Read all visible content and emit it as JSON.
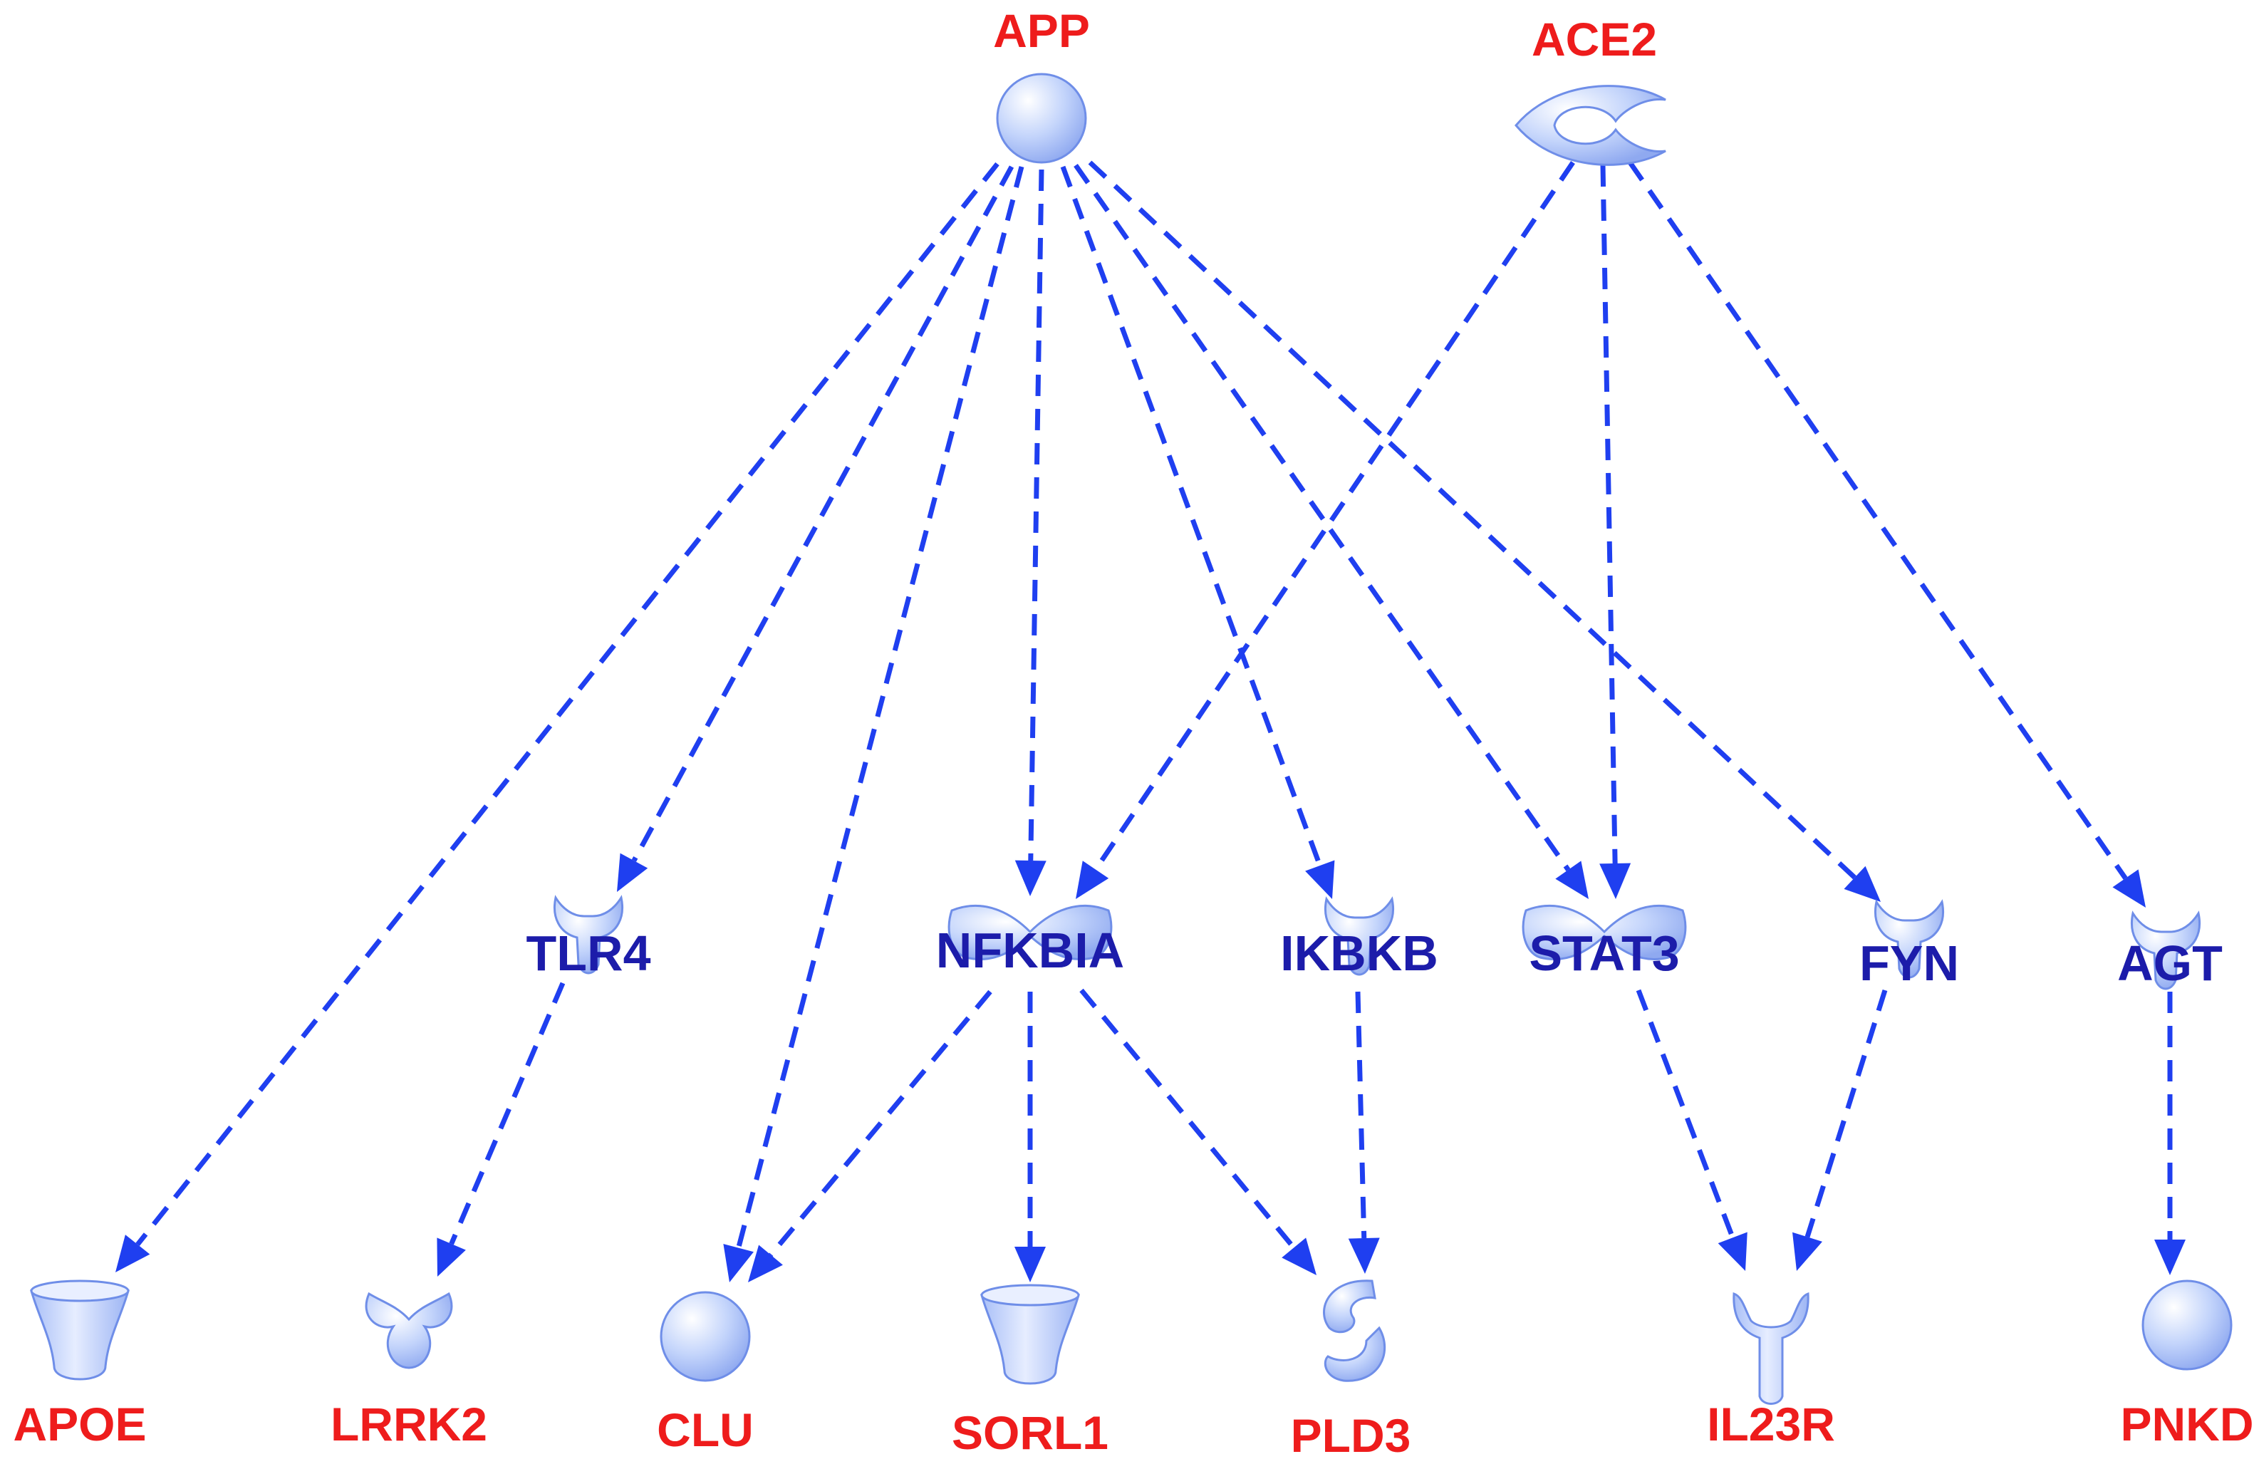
{
  "colors": {
    "edge": "#1f3ff0",
    "input_label": "#ee1c1c",
    "mid_label": "#1c1caa",
    "node_fill": "#c3d4fb",
    "node_stroke": "#6f8ee8",
    "node_highlight": "#ffffff"
  },
  "nodes": [
    {
      "id": "APP",
      "label": "APP",
      "shape": "sphere",
      "label_color": "red"
    },
    {
      "id": "ACE2",
      "label": "ACE2",
      "shape": "crescent",
      "label_color": "red"
    },
    {
      "id": "TLR4",
      "label": "TLR4",
      "shape": "receptor",
      "label_color": "blue"
    },
    {
      "id": "NFKBIA",
      "label": "NFKBIA",
      "shape": "bowtie",
      "label_color": "blue"
    },
    {
      "id": "IKBKB",
      "label": "IKBKB",
      "shape": "receptor",
      "label_color": "blue"
    },
    {
      "id": "STAT3",
      "label": "STAT3",
      "shape": "bowtie",
      "label_color": "blue"
    },
    {
      "id": "FYN",
      "label": "FYN",
      "shape": "receptor",
      "label_color": "blue"
    },
    {
      "id": "AGT",
      "label": "AGT",
      "shape": "receptor",
      "label_color": "blue"
    },
    {
      "id": "APOE",
      "label": "APOE",
      "shape": "cup",
      "label_color": "red"
    },
    {
      "id": "LRRK2",
      "label": "LRRK2",
      "shape": "trefoil",
      "label_color": "red"
    },
    {
      "id": "CLU",
      "label": "CLU",
      "shape": "sphere",
      "label_color": "red"
    },
    {
      "id": "SORL1",
      "label": "SORL1",
      "shape": "cup",
      "label_color": "red"
    },
    {
      "id": "PLD3",
      "label": "PLD3",
      "shape": "hooks",
      "label_color": "red"
    },
    {
      "id": "IL23R",
      "label": "IL23R",
      "shape": "yreceptor",
      "label_color": "red"
    },
    {
      "id": "PNKD",
      "label": "PNKD",
      "shape": "sphere",
      "label_color": "red"
    }
  ],
  "edges": [
    {
      "from": "APP",
      "to": "APOE"
    },
    {
      "from": "APP",
      "to": "TLR4"
    },
    {
      "from": "APP",
      "to": "CLU"
    },
    {
      "from": "APP",
      "to": "NFKBIA"
    },
    {
      "from": "APP",
      "to": "IKBKB"
    },
    {
      "from": "APP",
      "to": "STAT3"
    },
    {
      "from": "APP",
      "to": "FYN"
    },
    {
      "from": "ACE2",
      "to": "NFKBIA"
    },
    {
      "from": "ACE2",
      "to": "STAT3"
    },
    {
      "from": "ACE2",
      "to": "AGT"
    },
    {
      "from": "TLR4",
      "to": "LRRK2"
    },
    {
      "from": "NFKBIA",
      "to": "CLU"
    },
    {
      "from": "NFKBIA",
      "to": "SORL1"
    },
    {
      "from": "NFKBIA",
      "to": "PLD3"
    },
    {
      "from": "IKBKB",
      "to": "PLD3"
    },
    {
      "from": "STAT3",
      "to": "IL23R"
    },
    {
      "from": "FYN",
      "to": "IL23R"
    },
    {
      "from": "AGT",
      "to": "PNKD"
    }
  ]
}
